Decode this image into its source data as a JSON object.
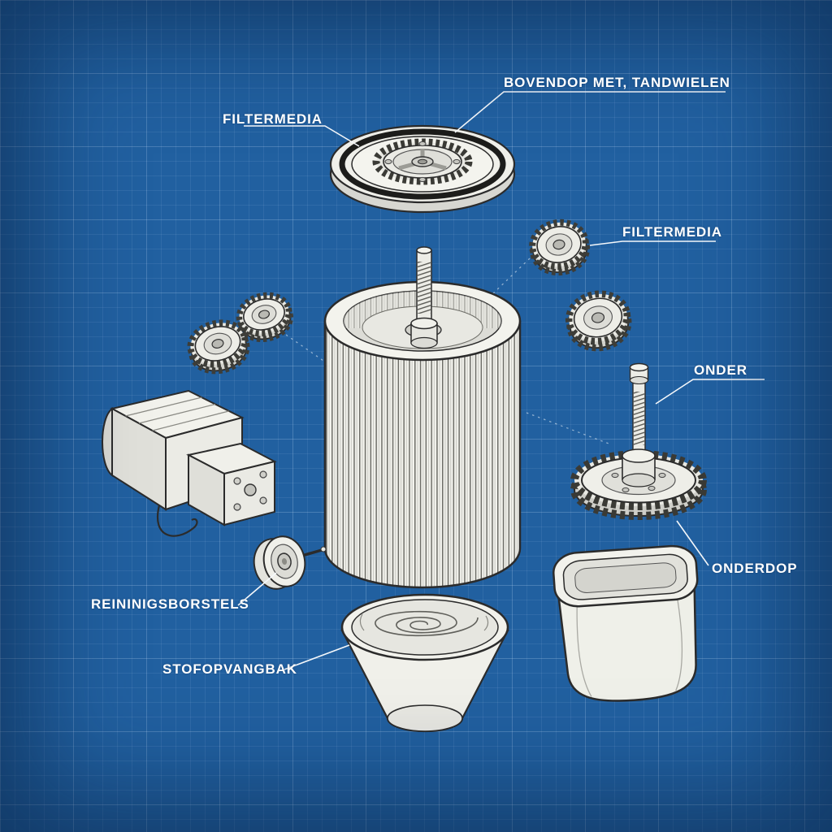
{
  "diagram": {
    "style": "blueprint-exploded-view",
    "colors": {
      "background": "#2160a0",
      "grid_line": "#5e8cc0",
      "line_art_stroke": "#2b2b2b",
      "line_art_fill": "#f2f2ec",
      "label_text": "#ffffff"
    },
    "labels": {
      "filtermedia_top": "FILTERMEDIA",
      "bovendop_met_tandwielen": "BOVENDOP MET, TANDWIELEN",
      "filtermedia_right": "FILTERMEDIA",
      "onder": "ONDER",
      "onderdop": "ONDERDOP",
      "reinigingsborstels": "REININIGSBORSTELS",
      "stofopvangbak": "STOFOPVANGBAK"
    },
    "parts": [
      "top-cap-with-gear",
      "filter-cartridge-cylinder",
      "drive-shaft-screw",
      "gear-pair-left",
      "gear-pair-right",
      "motor",
      "cleaning-brush-wheel",
      "bottom-gear-with-shaft",
      "dust-funnel-bowl",
      "dust-collection-container"
    ]
  }
}
